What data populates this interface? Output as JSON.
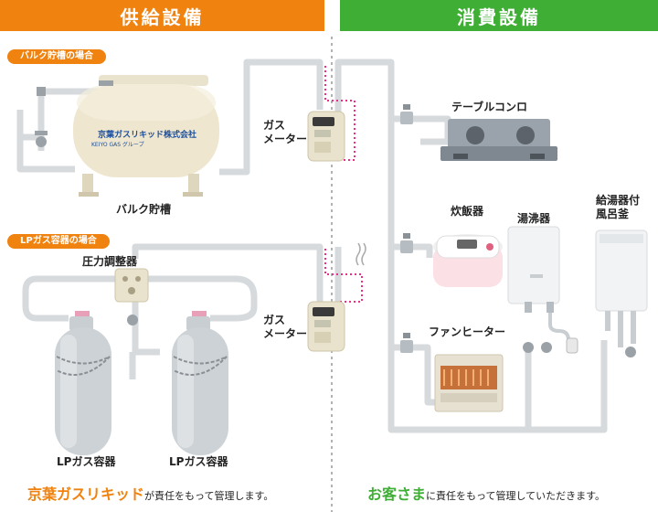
{
  "headers": {
    "supply": "供給設備",
    "consumer": "消費設備"
  },
  "sections": {
    "bulk": "バルク貯槽の場合",
    "lp": "LPガス容器の場合"
  },
  "labels": {
    "bulk_tank": "バルク貯槽",
    "tank_company": "京葉ガスリキッド株式会社",
    "tank_company_sub": "KEIYO GAS グループ",
    "pressure_regulator": "圧力調整器",
    "gas_meter_line1": "ガス",
    "gas_meter_line2": "メーター",
    "lp_cylinder": "LPガス容器",
    "table_stove": "テーブルコンロ",
    "rice_cooker": "炊飯器",
    "water_heater": "湯沸器",
    "bath_heater_line1": "給湯器付",
    "bath_heater_line2": "風呂釜",
    "fan_heater": "ファンヒーター"
  },
  "footer": {
    "left_em": "京葉ガスリキッド",
    "left_rest": "が責任をもって管理します。",
    "right_em": "お客さま",
    "right_rest": "に責任をもって管理していただきます。"
  },
  "colors": {
    "supply": "#f0820f",
    "consumer": "#3fae35",
    "boundary": "#e8308a",
    "pipe": "#d6dadd"
  }
}
